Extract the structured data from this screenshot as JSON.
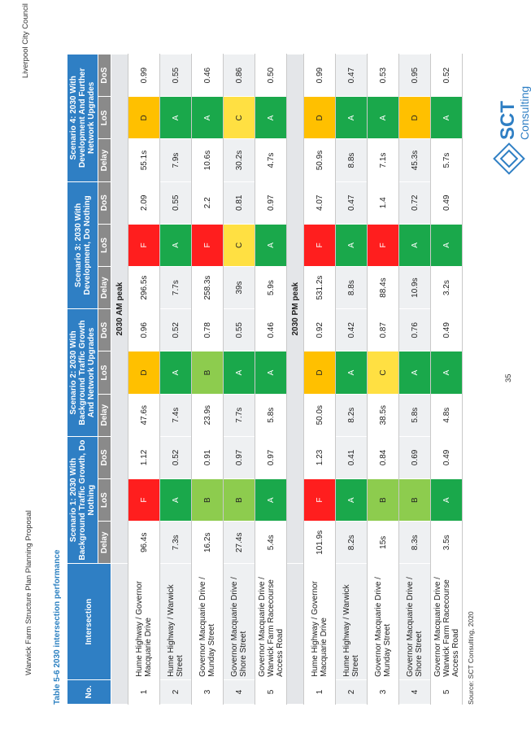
{
  "header": {
    "council": "Liverpool City Council"
  },
  "footer": {
    "title": "Warwick Farm Structure Plan Planning Proposal",
    "page": "35"
  },
  "logo": {
    "line1": "SCT",
    "line2": "Consulting",
    "color": "#2f7fc4"
  },
  "table": {
    "caption": "Table 5-6 2030 intersection performance",
    "headers": {
      "no": "No.",
      "intersection": "Intersection",
      "scenarios": [
        "Scenario 1: 2030 With Background Traffic Growth, Do Nothing",
        "Scenario 2: 2030 With Background Traffic Growth And Network Upgrades",
        "Scenario 3: 2030 With Development, Do Nothing",
        "Scenario 4: 2030 With Development And Further Network Upgrades"
      ],
      "sub": [
        "Delay",
        "LoS",
        "DoS"
      ]
    },
    "peaks": [
      {
        "label": "2030 AM peak",
        "rows": [
          {
            "no": "1",
            "name": "Hume Highway / Governor Macquarie Drive",
            "cells": [
              [
                "96.4s",
                "F",
                "1.12"
              ],
              [
                "47.6s",
                "D",
                "0.96"
              ],
              [
                "296.5s",
                "F",
                "2.09"
              ],
              [
                "55.1s",
                "D",
                "0.99"
              ]
            ]
          },
          {
            "no": "2",
            "name": "Hume Highway / Warwick Street",
            "cells": [
              [
                "7.3s",
                "A",
                "0.52"
              ],
              [
                "7.4s",
                "A",
                "0.52"
              ],
              [
                "7.7s",
                "A",
                "0.55"
              ],
              [
                "7.9s",
                "A",
                "0.55"
              ]
            ]
          },
          {
            "no": "3",
            "name": "Governor Macquarie Drive / Munday Street",
            "cells": [
              [
                "16.2s",
                "B",
                "0.91"
              ],
              [
                "23.9s",
                "B",
                "0.78"
              ],
              [
                "258.3s",
                "F",
                "2.2"
              ],
              [
                "10.6s",
                "A",
                "0.46"
              ]
            ]
          },
          {
            "no": "4",
            "name": "Governor Macquarie Drive / Shore Street",
            "cells": [
              [
                "27.4s",
                "B",
                "0.97"
              ],
              [
                "7.7s",
                "A",
                "0.55"
              ],
              [
                "39s",
                "C",
                "0.81"
              ],
              [
                "30.2s",
                "C",
                "0.86"
              ]
            ]
          },
          {
            "no": "5",
            "name": "Governor Macquarie Drive / Warwick Farm Racecourse Access Road",
            "cells": [
              [
                "5.4s",
                "A",
                "0.97"
              ],
              [
                "5.8s",
                "A",
                "0.46"
              ],
              [
                "5.9s",
                "A",
                "0.97"
              ],
              [
                "4.7s",
                "A",
                "0.50"
              ]
            ]
          }
        ]
      },
      {
        "label": "2030 PM peak",
        "rows": [
          {
            "no": "1",
            "name": "Hume Highway / Governor Macquarie Drive",
            "cells": [
              [
                "101.9s",
                "F",
                "1.23"
              ],
              [
                "50.0s",
                "D",
                "0.92"
              ],
              [
                "531.2s",
                "F",
                "4.07"
              ],
              [
                "50.9s",
                "D",
                "0.99"
              ]
            ]
          },
          {
            "no": "2",
            "name": "Hume Highway / Warwick Street",
            "cells": [
              [
                "8.2s",
                "A",
                "0.41"
              ],
              [
                "8.2s",
                "A",
                "0.42"
              ],
              [
                "8.8s",
                "A",
                "0.47"
              ],
              [
                "8.8s",
                "A",
                "0.47"
              ]
            ]
          },
          {
            "no": "3",
            "name": "Governor Macquarie Drive / Munday Street",
            "cells": [
              [
                "15s",
                "B",
                "0.84"
              ],
              [
                "38.5s",
                "C",
                "0.87"
              ],
              [
                "88.4s",
                "F",
                "1.4"
              ],
              [
                "7.1s",
                "A",
                "0.53"
              ]
            ]
          },
          {
            "no": "4",
            "name": "Governor Macquarie Drive / Shore Street",
            "cells": [
              [
                "8.3s",
                "B",
                "0.69"
              ],
              [
                "5.8s",
                "A",
                "0.76"
              ],
              [
                "10.9s",
                "A",
                "0.72"
              ],
              [
                "45.3s",
                "D",
                "0.95"
              ]
            ]
          },
          {
            "no": "5",
            "name": "Governor Macquarie Drive / Warwick Farm Racecourse Access Road",
            "cells": [
              [
                "3.5s",
                "A",
                "0.49"
              ],
              [
                "4.8s",
                "A",
                "0.49"
              ],
              [
                "3.2s",
                "A",
                "0.49"
              ],
              [
                "5.7s",
                "A",
                "0.52"
              ]
            ]
          }
        ]
      }
    ],
    "source": "Source: SCT Consulting, 2020"
  }
}
